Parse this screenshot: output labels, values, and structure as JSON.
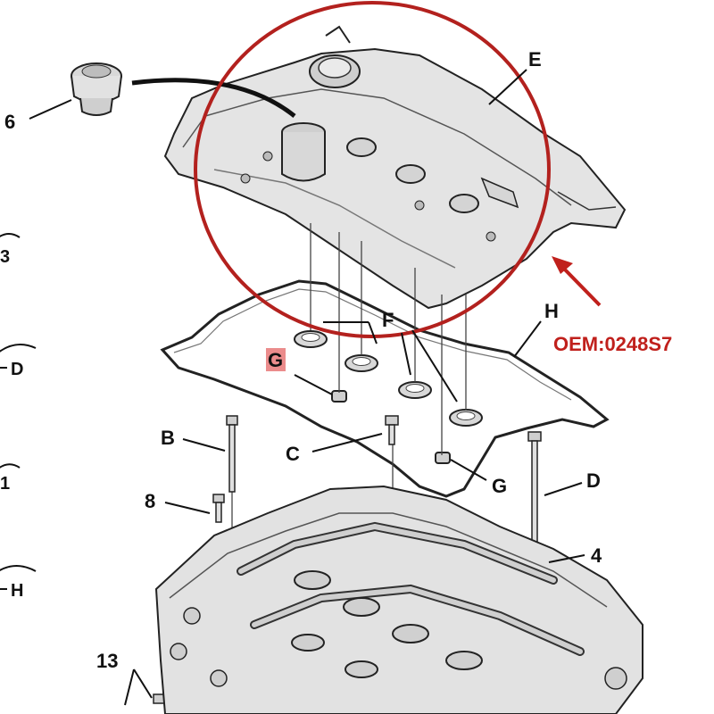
{
  "diagram": {
    "callouts": {
      "e": "E",
      "f": "F",
      "g_top": "G",
      "g_bottom": "G",
      "h": "H",
      "b": "B",
      "c": "C",
      "d": "D",
      "n6": "6",
      "n8": "8",
      "n4": "4",
      "n13": "13"
    },
    "side_labels": {
      "s1": "3",
      "s2": "D",
      "s3": "1",
      "s4": "H"
    },
    "oem": "OEM:0248S7",
    "colors": {
      "highlight_circle": "#b3211e",
      "oem_text": "#c0201c",
      "g_highlight_box": "#e87878",
      "line_art": "#222222",
      "part_fill": "#e4e4e4"
    }
  }
}
